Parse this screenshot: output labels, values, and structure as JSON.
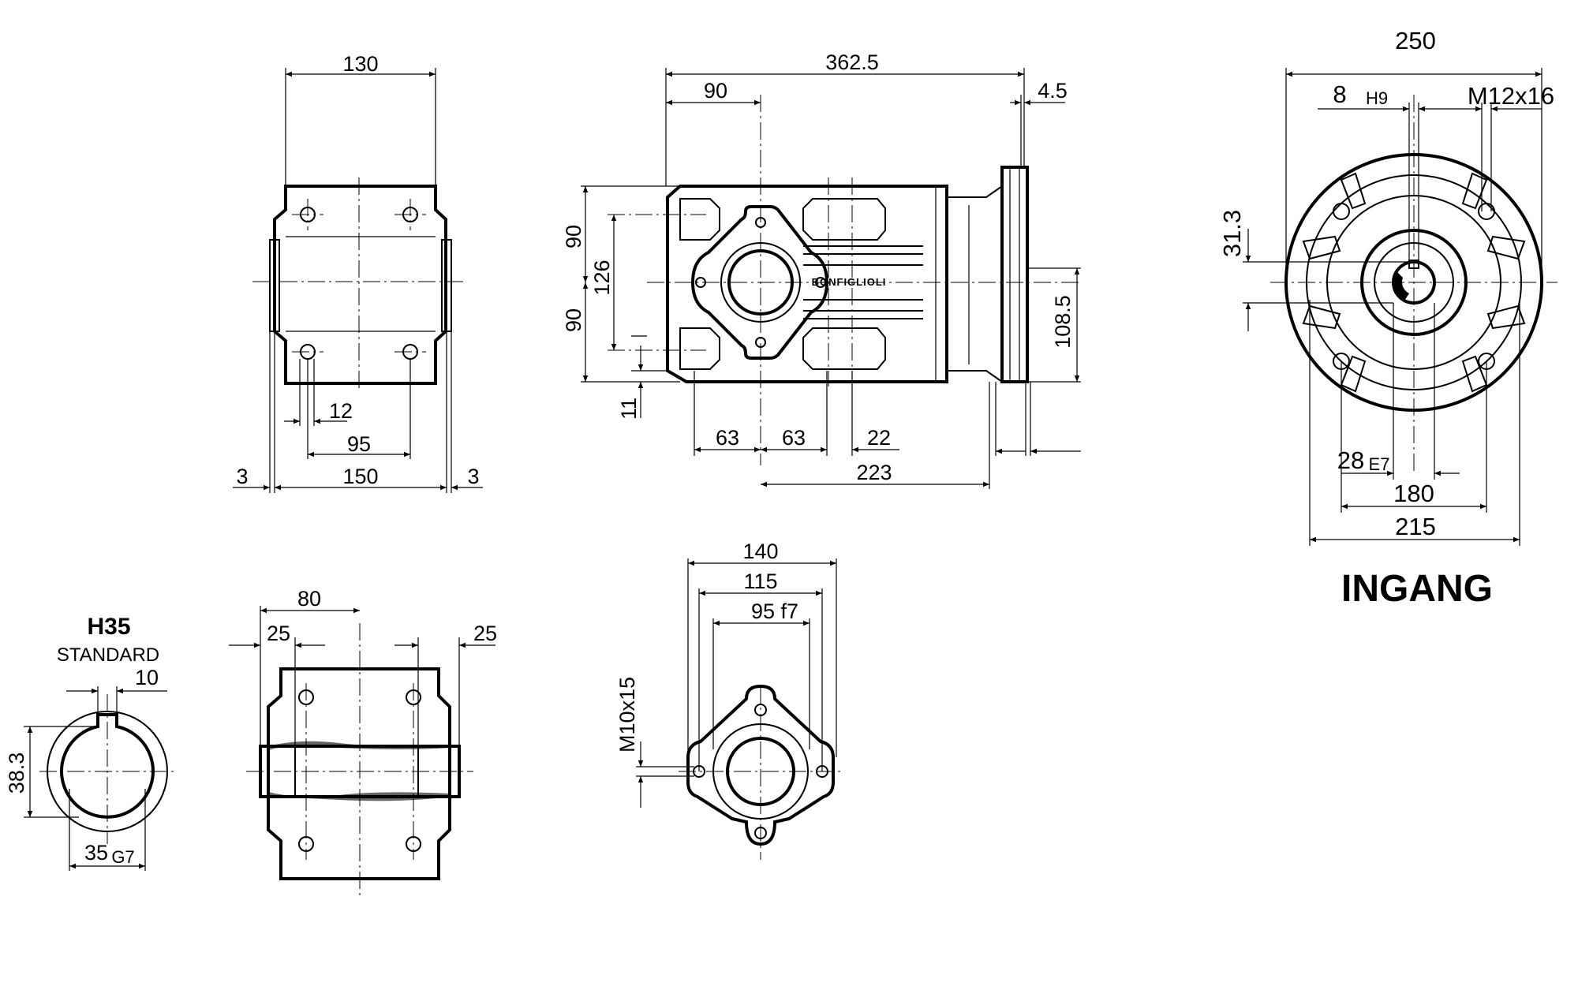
{
  "views": {
    "side": {
      "dim_top": "130",
      "dim_12": "12",
      "dim_95": "95",
      "dim_3_left": "3",
      "dim_150": "150",
      "dim_3_right": "3"
    },
    "front": {
      "dim_362_5": "362.5",
      "dim_90_top": "90",
      "dim_4_5": "4.5",
      "dim_90_v_upper": "90",
      "dim_126": "126",
      "dim_90_v_lower": "90",
      "dim_11": "11",
      "dim_108_5": "108.5",
      "dim_63_left": "63",
      "dim_63_right": "63",
      "dim_22": "22",
      "dim_223": "223",
      "brand": "BONFIGLIOLI"
    },
    "input": {
      "dim_250": "250",
      "dim_8": "8",
      "dim_8_tol": "H9",
      "dim_m12": "M12x16",
      "dim_31_3": "31.3",
      "dim_28": "28",
      "dim_28_tol": "E7",
      "dim_180": "180",
      "dim_215": "215",
      "title": "INGANG"
    },
    "shaft": {
      "title": "H35",
      "subtitle": "STANDARD",
      "dim_10": "10",
      "dim_38_3": "38.3",
      "dim_35": "35",
      "dim_35_tol": "G7"
    },
    "hollow": {
      "dim_80": "80",
      "dim_25_left": "25",
      "dim_25_right": "25"
    },
    "flange": {
      "dim_140": "140",
      "dim_115": "115",
      "dim_95f7": "95 f7",
      "dim_m10": "M10x15"
    }
  }
}
